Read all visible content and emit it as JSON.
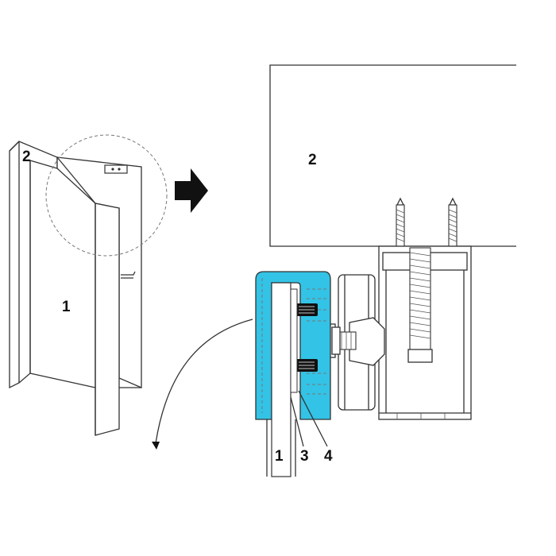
{
  "labels": {
    "door": "1",
    "frame": "2",
    "detail_frame": "2",
    "detail_door": "1",
    "glass_edge": "3",
    "screw_part": "4"
  },
  "colors": {
    "clamp_highlight": "#33c3e6",
    "line": "#333333",
    "background": "#ffffff",
    "arrow": "#111111"
  },
  "icons": {
    "direction_arrow": "right-arrow-icon",
    "swing_arrow": "curved-arrow-icon"
  }
}
